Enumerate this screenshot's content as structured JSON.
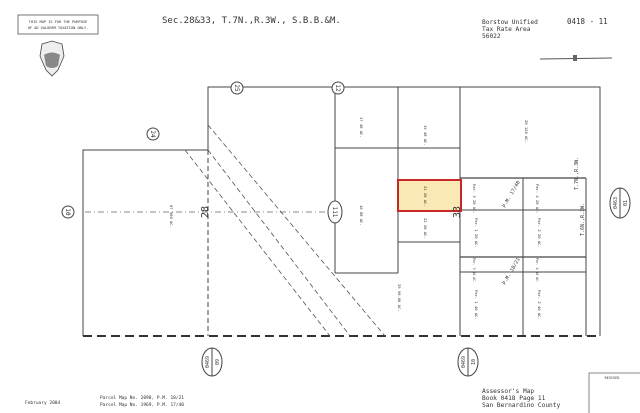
{
  "header": {
    "disclaimer_line1": "THIS MAP IS FOR THE PURPOSE",
    "disclaimer_line2": "OF AD VALOREM TAXATION ONLY.",
    "title": "Sec.28&33, T.7N.,R.3W., S.B.B.&M.",
    "district_line1": "Borstow Unified",
    "district_line2": "Tax Rate Area",
    "district_line3": "56022",
    "page_number": "0418 - 11",
    "seal": "San Bernardino County seal"
  },
  "map": {
    "highlight_color": "#c62828",
    "highlight_fill": "#fbe9b5",
    "adjacent_pages": [
      {
        "top": "0469",
        "bottom": "09"
      },
      {
        "top": "0469",
        "bottom": "10"
      },
      {
        "top": "0463",
        "bottom": "01"
      }
    ],
    "circled_numbers": [
      "25",
      "12",
      "24",
      "10"
    ],
    "road_number": "111",
    "section_numbers": [
      "28",
      "33"
    ],
    "parcels": [
      {
        "number": "17",
        "acres": "40 AC."
      },
      {
        "number": "18",
        "acres": "80 AC."
      },
      {
        "number": "19",
        "acres": "40 AC."
      },
      {
        "number": "20",
        "acres": "120 AC."
      },
      {
        "number": "21",
        "acres": "20 AC.",
        "highlighted": true
      },
      {
        "number": "22",
        "acres": "20 AC."
      },
      {
        "number": "07",
        "acres": "560 AC."
      },
      {
        "number": "29",
        "acres": "90.88 AC."
      }
    ],
    "sub_parcels": [
      {
        "label": "Par. 3",
        "acres": "20 AC."
      },
      {
        "label": "Par. 4",
        "acres": "20 AC."
      },
      {
        "label": "Par. 1",
        "acres": "20 AC."
      },
      {
        "label": "Par. 2",
        "acres": "20 AC."
      },
      {
        "label": "Par. 3",
        "acres": "10 AC."
      },
      {
        "label": "Par. 4",
        "acres": "10 AC."
      },
      {
        "label": "Par. 1",
        "acres": "40 AC."
      },
      {
        "label": "Par. 2",
        "acres": "40 AC."
      }
    ],
    "parcel_map_refs": [
      "P.M. 17/40",
      "P.M. 18/21"
    ],
    "township_label": "T.7N.,R.3W.",
    "township_label2": "T.6N.,R.3W."
  },
  "footer": {
    "date": "February 2004",
    "parcel_map_1": "Parcel Map No. 2098, P.M. 18/21",
    "parcel_map_2": "Parcel Map No. 1969, P.M. 17/40",
    "assessor_line1": "Assessor's Map",
    "assessor_line2": "Book 0418 Page 11",
    "assessor_line3": "San Bernardino County",
    "revised_label": "REVISED"
  }
}
